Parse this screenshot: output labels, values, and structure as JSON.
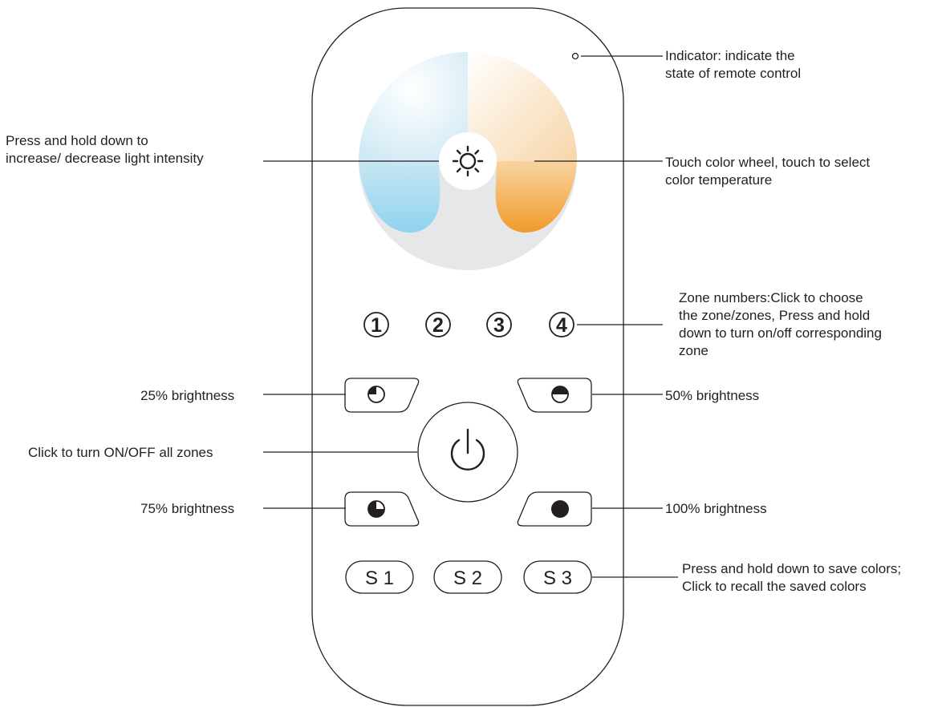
{
  "annotations": {
    "indicator": "Indicator: indicate the\nstate of remote control",
    "intensity": "Press and hold down to\nincrease/ decrease light intensity",
    "color_wheel": "Touch color wheel, touch to select\ncolor temperature",
    "zones": "Zone numbers:Click to choose\nthe zone/zones, Press and hold\ndown to turn on/off corresponding\nzone",
    "b25": "25% brightness",
    "b50": "50% brightness",
    "power": "Click to turn ON/OFF all zones",
    "b75": "75% brightness",
    "b100": "100% brightness",
    "scenes": "Press and hold down to save colors;\nClick to recall the saved colors"
  },
  "zones": [
    "1",
    "2",
    "3",
    "4"
  ],
  "scenes": [
    "S 1",
    "S 2",
    "S 3"
  ],
  "icons": {
    "center": "sun-icon",
    "power": "power-icon",
    "indicator": "indicator-led-icon"
  },
  "colors": {
    "outline": "#231f20",
    "cool": "#8fd0ec",
    "warm": "#f2a43a",
    "neutral": "#e6e7e8"
  }
}
